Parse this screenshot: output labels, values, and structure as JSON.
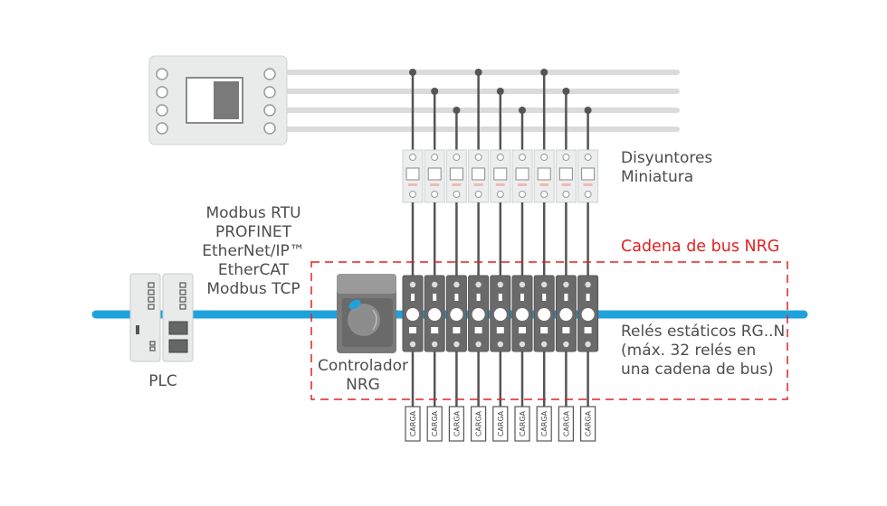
{
  "protocols": [
    "Modbus RTU",
    "PROFINET",
    "EtherNet/IP™",
    "EtherCAT",
    "Modbus TCP"
  ],
  "plc_label": "PLC",
  "controller_label": [
    "Controlador",
    "NRG"
  ],
  "breakers_label": [
    "Disyuntores",
    "Miniatura"
  ],
  "bus_chain_title": "Cadena de bus NRG",
  "relay_note": [
    "Relés estáticos RG..N",
    "(máx. 32 relés en",
    "una cadena de bus)"
  ],
  "load_label": "CARGA",
  "load_count": 9,
  "breaker_count": 9,
  "relay_count": 9,
  "colors": {
    "bus": "#1fa2dc",
    "chain_border": "#e32121",
    "chain_title": "#e32121",
    "wire": "#555555",
    "device_fill": "#e3e5e4",
    "relay_fill": "#6a6a6a",
    "text": "#4d4d4d"
  }
}
